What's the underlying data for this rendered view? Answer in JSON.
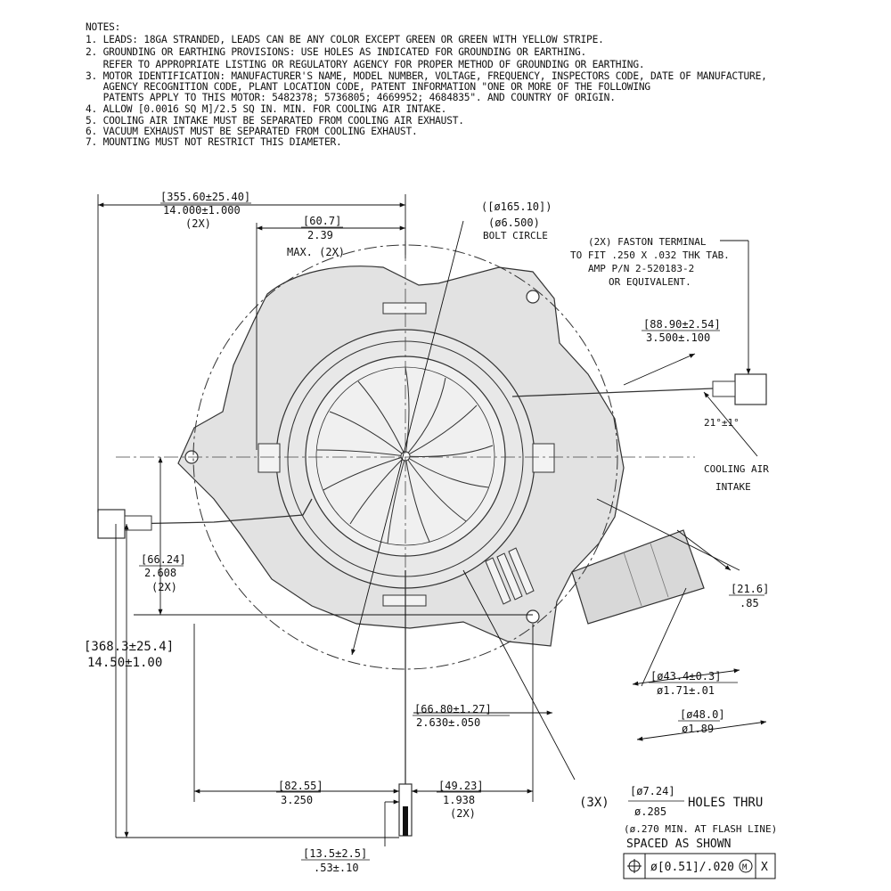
{
  "notes": {
    "title": "NOTES:",
    "lines": [
      "1. LEADS: 18GA STRANDED, LEADS CAN BE ANY COLOR EXCEPT GREEN OR GREEN WITH YELLOW STRIPE.",
      "2. GROUNDING OR EARTHING PROVISIONS: USE HOLES AS INDICATED FOR GROUNDING OR EARTHING.",
      "   REFER TO APPROPRIATE LISTING OR REGULATORY AGENCY FOR PROPER METHOD OF GROUNDING OR EARTHING.",
      "3. MOTOR IDENTIFICATION: MANUFACTURER'S NAME, MODEL NUMBER, VOLTAGE, FREQUENCY, INSPECTORS CODE, DATE OF MANUFACTURE,",
      "   AGENCY RECOGNITION CODE, PLANT LOCATION CODE, PATENT INFORMATION \"ONE OR MORE OF THE FOLLOWING",
      "   PATENTS APPLY TO THIS MOTOR: 5482378; 5736805; 4669952; 4684835\". AND COUNTRY OF ORIGIN.",
      "4. ALLOW [0.0016 SQ M]/2.5 SQ IN. MIN. FOR COOLING AIR INTAKE.",
      "5. COOLING AIR INTAKE MUST BE SEPARATED FROM COOLING AIR EXHAUST.",
      "6. VACUUM EXHAUST MUST BE SEPARATED FROM COOLING EXHAUST.",
      "7. MOUNTING MUST NOT RESTRICT THIS DIAMETER."
    ]
  },
  "dims": {
    "overall_width_mm": "[355.60±25.40]",
    "overall_width_in": "14.000±1.000",
    "overall_width_qty": "(2X)",
    "max_mm": "[60.7]",
    "max_in": "2.39",
    "max_note": "MAX. (2X)",
    "bolt_mm": "([ø165.10])",
    "bolt_in": "(ø6.500)",
    "bolt_note": "BOLT CIRCLE",
    "faston_1": "(2X) FASTON TERMINAL",
    "faston_2": "TO FIT .250 X .032 THK TAB.",
    "faston_3": "AMP P/N 2-520183-2",
    "faston_4": "OR EQUIVALENT.",
    "term_mm": "[88.90±2.54]",
    "term_in": "3.500±.100",
    "angle": "21°±1°",
    "cooling_1": "COOLING AIR",
    "cooling_2": "INTAKE",
    "d21_mm": "[21.6]",
    "d21_in": ".85",
    "d66_mm": "[66.24]",
    "d66_in": "2.608",
    "d66_qty": "(2X)",
    "d368_mm": "[368.3±25.4]",
    "d368_in": "14.50±1.00",
    "d43_mm": "[ø43.4±0.3]",
    "d43_in": "ø1.71±.01",
    "d48_mm": "[ø48.0]",
    "d48_in": "ø1.89",
    "d6680_mm": "[66.80±1.27]",
    "d6680_in": "2.630±.050",
    "d82_mm": "[82.55]",
    "d82_in": "3.250",
    "d49_mm": "[49.23]",
    "d49_in": "1.938",
    "d49_qty": "(2X)",
    "d135_mm": "[13.5±2.5]",
    "d135_in": ".53±.10",
    "holes_qty": "(3X)",
    "holes_mm": "[ø7.24]",
    "holes_in": "ø.285",
    "holes_text": "HOLES THRU",
    "holes_note1": "(ø.270 MIN. AT FLASH LINE)",
    "holes_note2": "SPACED AS SHOWN",
    "fcf_tol": "ø[0.51]/.020",
    "fcf_mod": "M",
    "fcf_datum": "X"
  }
}
